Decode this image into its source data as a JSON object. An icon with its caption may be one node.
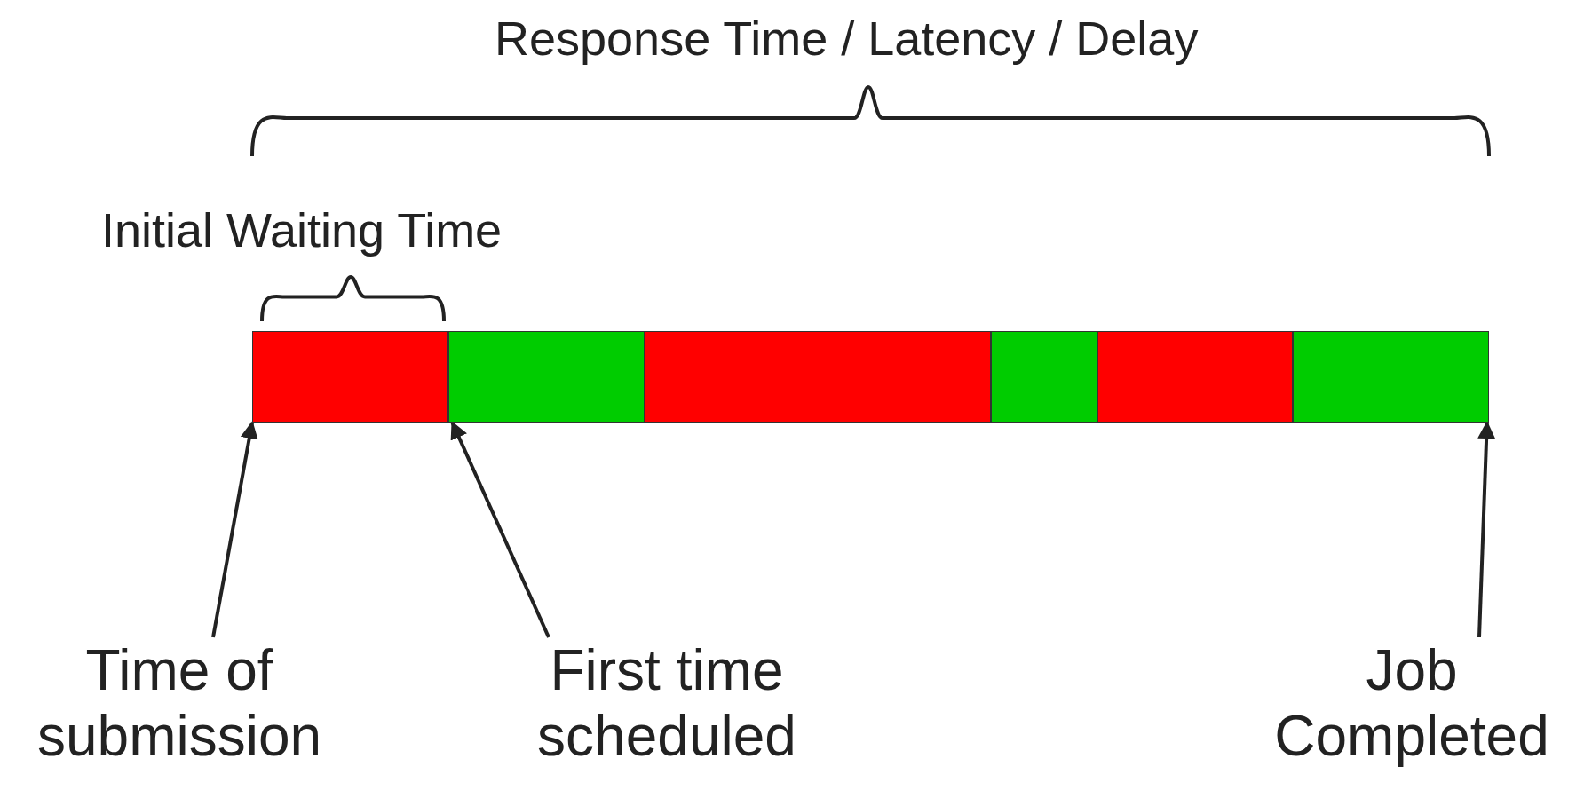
{
  "diagram": {
    "nodes": [
      {
        "text": [],
        "shape": "bar"
      },
      {
        "text": [],
        "shape": "bar"
      },
      {
        "text": [],
        "shape": "bar"
      },
      {
        "text": [],
        "shape": "bar"
      },
      {
        "text": [],
        "shape": "bar"
      },
      {
        "text": [],
        "shape": "bar"
      },
      {
        "text": [
          "Time of submission"
        ]
      },
      {
        "text": [
          "First time scheduled"
        ]
      },
      {
        "text": [
          "Job Completed"
        ]
      }
    ],
    "edges": [
      {
        "from": 6,
        "to": 0,
        "arrow": "to"
      },
      {
        "from": 7,
        "to": 1,
        "arrow": "to"
      },
      {
        "from": 8,
        "to": 5,
        "arrow": "to"
      }
    ],
    "labels": [
      "Response Time / Latency / Delay",
      "Initial Waiting Time"
    ]
  }
}
